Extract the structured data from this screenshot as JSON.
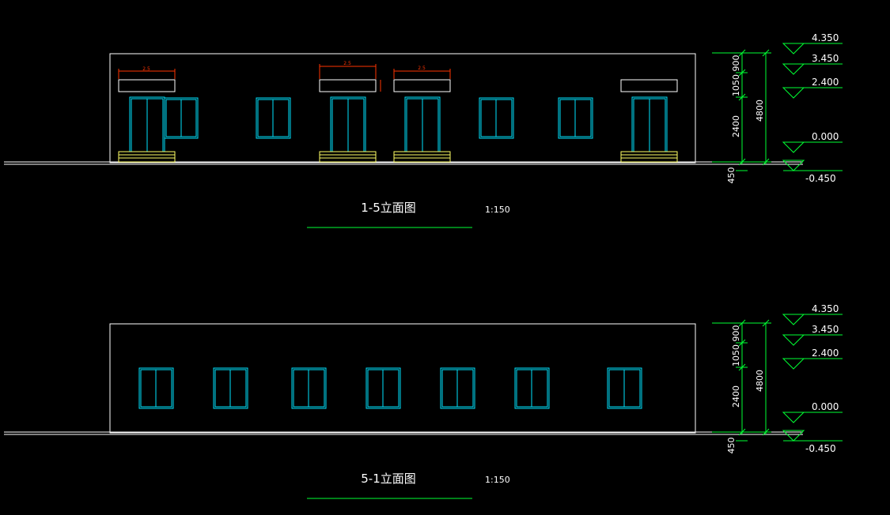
{
  "colors": {
    "background": "#000000",
    "outline": "#ffffff",
    "window": "#00e5ff",
    "dimension": "#00ff33",
    "canopy_dim": "#ff3300",
    "steps": "#ffff66",
    "text": "#ffffff"
  },
  "elevations": [
    {
      "id": "1-5",
      "title": "1-5立面图",
      "scale": "1:150",
      "canopy_label": "2.5",
      "level_labels": [
        "4.350",
        "3.450",
        "2.400",
        "0.000",
        "-0.450"
      ],
      "vertical_dims": [
        "1050",
        "900",
        "2400",
        "4800",
        "450"
      ]
    },
    {
      "id": "5-1",
      "title": "5-1立面图",
      "scale": "1:150",
      "level_labels": [
        "4.350",
        "3.450",
        "2.400",
        "0.000",
        "-0.450"
      ],
      "vertical_dims": [
        "1050",
        "900",
        "2400",
        "4800",
        "450"
      ]
    }
  ]
}
